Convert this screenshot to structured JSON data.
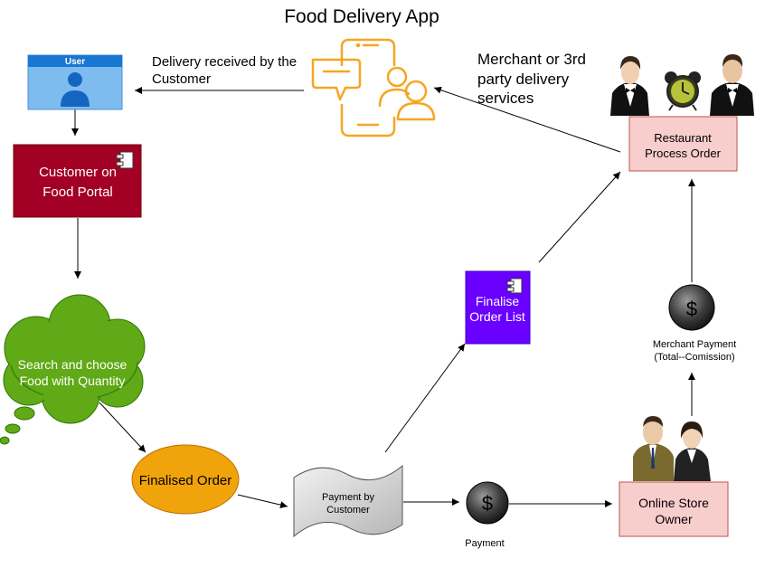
{
  "title": "Food Delivery App",
  "nodes": {
    "user": {
      "label": "User"
    },
    "customer_portal": {
      "label_line1": "Customer on",
      "label_line2": "Food Portal"
    },
    "search": {
      "label_line1": "Search and choose",
      "label_line2": "Food with Quantity"
    },
    "finalised_order": {
      "label": "Finalised Order"
    },
    "payment_by_customer": {
      "label_line1": "Payment by",
      "label_line2": "Customer"
    },
    "payment": {
      "label": "Payment",
      "symbol": "$"
    },
    "online_store_owner": {
      "label_line1": "Online Store",
      "label_line2": "Owner"
    },
    "merchant_payment": {
      "label_line1": "Merchant Payment",
      "label_line2": "(Total--Comission)",
      "symbol": "$"
    },
    "restaurant": {
      "label_line1": "Restaurant",
      "label_line2": "Process Order"
    },
    "finalise_order_list": {
      "label_line1": "Finalise",
      "label_line2": "Order List"
    }
  },
  "edge_labels": {
    "delivery_received": {
      "line1": "Delivery received by the",
      "line2": "Customer"
    },
    "merchant_delivery": {
      "line1": "Merchant or 3rd",
      "line2": "party delivery",
      "line3": "services"
    }
  },
  "colors": {
    "customer_portal": "#a20025",
    "search_cloud": "#60a917",
    "finalised_order": "#f0a30a",
    "finalise_order_list": "#6a00ff",
    "restaurant_fill": "#f8cecc",
    "store_owner_fill": "#f8cecc",
    "user_fill": "#7ebcef",
    "app_icon": "#f5a623"
  },
  "icons": [
    "user-icon",
    "mobile-app-icon",
    "chef-icon",
    "alarm-clock-icon",
    "business-people-icon",
    "dollar-coin-icon",
    "component-icon"
  ]
}
